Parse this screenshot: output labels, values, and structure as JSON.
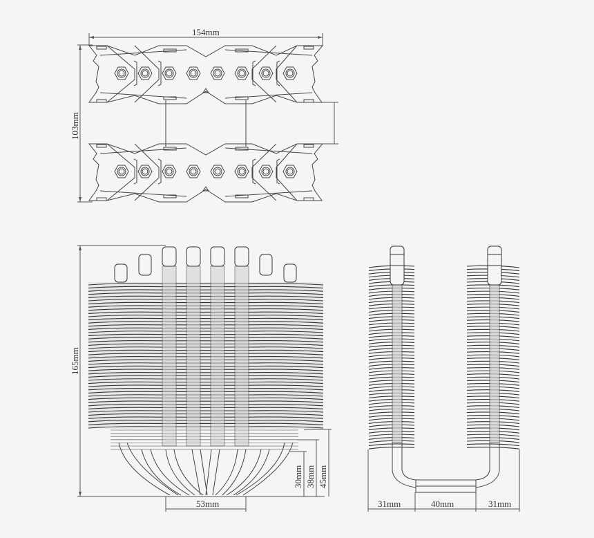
{
  "diagram": {
    "subject": "CPU tower cooler dimension drawing",
    "background": "#f5f5f5",
    "line_color": "#333333",
    "top_view": {
      "width_label": "154mm",
      "depth_label": "103mm",
      "heatpipe_count_per_tower": 8
    },
    "front_view": {
      "height_label": "165mm",
      "base_width_label": "53mm",
      "clearance_labels": [
        "30mm",
        "38mm",
        "45mm"
      ],
      "heatpipe_cap_count": 8
    },
    "side_view": {
      "segment_labels": [
        "31mm",
        "40mm",
        "31mm"
      ],
      "heatpipe_cap_count": 2
    }
  }
}
